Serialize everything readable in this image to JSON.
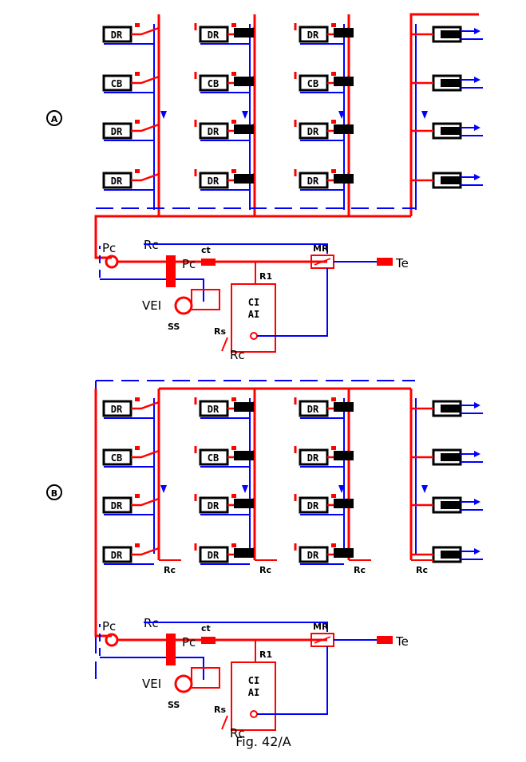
{
  "caption": "Fig. 42/A",
  "colors": {
    "supply": "#ff0000",
    "return": "#0000ff",
    "ink": "#000000"
  },
  "panels": [
    {
      "marker": "A",
      "columns": [
        {
          "labels": [
            "DR",
            "CB",
            "DR",
            "DR"
          ]
        },
        {
          "labels": [
            "DR",
            "CB",
            "DR",
            "DR"
          ]
        },
        {
          "labels": [
            "DR",
            "CB",
            "DR",
            "DR"
          ]
        },
        {
          "labels": [
            "",
            "",
            "",
            ""
          ]
        }
      ],
      "plant": {
        "pump_label": "Pc",
        "return_label": "Rc",
        "valve_label": "Pc",
        "ct_label": "ct",
        "r1_label": "R1",
        "vei_label": "VEI",
        "ss_label": "SS",
        "rs_label": "Rs",
        "rc_label": "Rc",
        "controller_line1": "CI",
        "controller_line2": "AI",
        "mr_label": "MR",
        "te_label": "Te"
      },
      "return_labels": []
    },
    {
      "marker": "B",
      "columns": [
        {
          "labels": [
            "DR",
            "CB",
            "DR",
            "DR"
          ]
        },
        {
          "labels": [
            "DR",
            "CB",
            "DR",
            "DR"
          ]
        },
        {
          "labels": [
            "DR",
            "DR",
            "DR",
            "DR"
          ]
        },
        {
          "labels": [
            "",
            "",
            "",
            ""
          ]
        }
      ],
      "plant": {
        "pump_label": "Pc",
        "return_label": "Rc",
        "valve_label": "Pc",
        "ct_label": "ct",
        "r1_label": "R1",
        "vei_label": "VEI",
        "ss_label": "SS",
        "rs_label": "Rs",
        "rc_label": "Rc",
        "controller_line1": "CI",
        "controller_line2": "AI",
        "mr_label": "MR",
        "te_label": "Te"
      },
      "return_labels": [
        "Rc",
        "Rc",
        "Rc",
        "Rc"
      ]
    }
  ]
}
